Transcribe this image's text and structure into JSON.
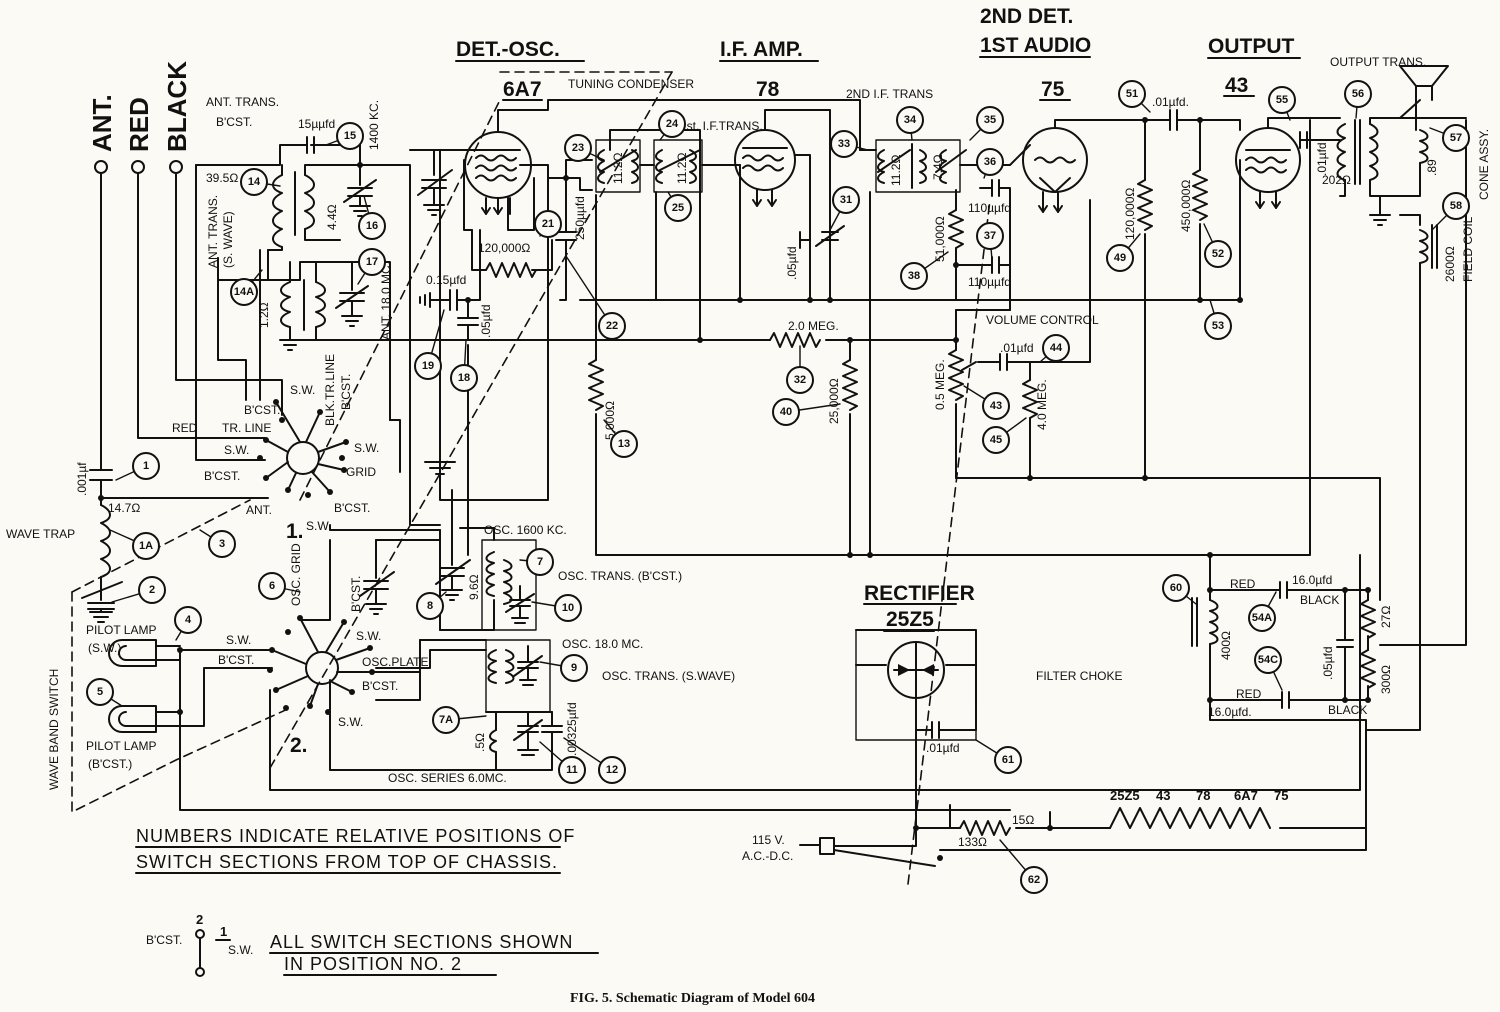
{
  "headers": {
    "det_osc": "DET.-OSC.",
    "if_amp": "I.F. AMP.",
    "det2_line1": "2ND DET.",
    "det2_line2": "1ST AUDIO",
    "output": "OUTPUT",
    "rectifier": "RECTIFIER"
  },
  "tubes": {
    "t6a7": "6A7",
    "t78": "78",
    "t75": "75",
    "t43": "43",
    "t25z5": "25Z5"
  },
  "antenna_terminals": {
    "ant": "ANT.",
    "red": "RED",
    "black": "BLACK"
  },
  "labels": {
    "tuning_condenser": "TUNING CONDENSER",
    "ant_trans": "ANT. TRANS.",
    "bcst": "B'CST.",
    "cap_15": "15µµfd",
    "kc_1400": "1400 KC.",
    "r_39_5": "39.5Ω",
    "ant_trans_sw_1": "ANT. TRANS.",
    "ant_trans_sw_2": "(S. WAVE)",
    "r_4_4": "4.4Ω",
    "ant": "ANT.",
    "ant_18mc": "ANT. 18.0 MC.",
    "r_1_2": "1.2Ω",
    "cap_0_15": "0.15µfd",
    "cap_05": ".05µfd",
    "r_120000": "120,000Ω",
    "cap_250": "250µµfd",
    "if_trans_1": "1st. I.F.TRANS.",
    "if_trans_2": "2ND I.F. TRANS",
    "r_11_2_a": "11.2Ω",
    "r_11_2_b": "11.2Ω",
    "r_11_2_c": "11.2Ω",
    "r_7_4": "7.4Ω",
    "cap_05_78": ".05µfd",
    "r_2meg": "2.0 MEG.",
    "r_25000": "25,000Ω",
    "r_5000": "5,000Ω",
    "cap_110a": "110µµfd",
    "cap_110b": "110µµfd",
    "r_51000": "51,000Ω",
    "volume_control": "VOLUME CONTROL",
    "cap_01_vc": ".01µfd",
    "r_0_5meg": "0.5 MEG.",
    "r_4meg": "4.0 MEG.",
    "cap_01_out": ".01µfd.",
    "r_120000_b": "120,000Ω",
    "r_450000": "450,000Ω",
    "cap_01_43": ".01µfd",
    "output_trans": "OUTPUT TRANS.",
    "r_202": "202Ω",
    "r_89": ".89",
    "cone_assy": "CONE ASSY.",
    "r_2600": "2600Ω",
    "field_coil": "FIELD COIL",
    "red_left": "RED",
    "tr_line": "TR. LINE",
    "sw": "S.W.",
    "bcst_sw": "B'CST.",
    "blk_tr_line": "BLK.TR.LINE",
    "grid": "GRID",
    "cap_001": ".001µf",
    "r_14_7": "14.7Ω",
    "wave_trap": "WAVE TRAP",
    "wave_band_switch": "WAVE BAND SWITCH",
    "pilot_lamp_sw": "PILOT LAMP",
    "pilot_lamp_sw2": "(S.W.)",
    "pilot_lamp_bc": "PILOT LAMP",
    "pilot_lamp_bc2": "(B'CST.)",
    "osc_1600": "OSC. 1600 KC.",
    "osc_trans_bc": "OSC. TRANS. (B'CST.)",
    "r_9_6": "9.6Ω",
    "osc_grid": "OSC. GRID",
    "osc_plate": "OSC.PLATE",
    "osc_18mc": "OSC. 18.0 MC.",
    "osc_trans_sw": "OSC. TRANS. (S.WAVE)",
    "r_5": ".5Ω",
    "cap_00325": ".00325µfd",
    "osc_series": "OSC. SERIES 6.0MC.",
    "cap_16a": "16.0µfd",
    "cap_16b": "16.0µfd.",
    "red_a": "RED",
    "black_a": "BLACK",
    "red_b": "RED",
    "black_b": "BLACK",
    "r_400": "400Ω",
    "r_27": "27Ω",
    "r_300": "300Ω",
    "cap_05_fc": ".05µfd",
    "filter_choke": "FILTER CHOKE",
    "cap_01_rect": ".01µfd",
    "v115_1": "115 V.",
    "v115_2": "A.C.-D.C.",
    "r_15": "15Ω",
    "r_133": "133Ω",
    "heater_25z5": "25Z5",
    "heater_43": "43",
    "heater_78": "78",
    "heater_6a7": "6A7",
    "heater_75": "75",
    "sw_pos_1": "1.",
    "sw_pos_2": "2."
  },
  "notes": {
    "numbers_line1": "NUMBERS INDICATE RELATIVE POSITIONS OF",
    "numbers_line2": "SWITCH SECTIONS FROM TOP OF CHASSIS.",
    "legend_bcst": "B'CST.",
    "legend_2": "2",
    "legend_1": "1",
    "legend_sw": "S.W.",
    "all_switch_line1": "ALL SWITCH SECTIONS SHOWN",
    "all_switch_line2": "IN POSITION NO. 2"
  },
  "caption": "FIG. 5.  Schematic Diagram of Model 604",
  "callouts": [
    {
      "id": "c1",
      "label": "1"
    },
    {
      "id": "c1a",
      "label": "1A"
    },
    {
      "id": "c2",
      "label": "2"
    },
    {
      "id": "c3",
      "label": "3"
    },
    {
      "id": "c4",
      "label": "4"
    },
    {
      "id": "c5",
      "label": "5"
    },
    {
      "id": "c6",
      "label": "6"
    },
    {
      "id": "c7",
      "label": "7"
    },
    {
      "id": "c7a",
      "label": "7A"
    },
    {
      "id": "c8",
      "label": "8"
    },
    {
      "id": "c9",
      "label": "9"
    },
    {
      "id": "c10",
      "label": "10"
    },
    {
      "id": "c11",
      "label": "11"
    },
    {
      "id": "c12",
      "label": "12"
    },
    {
      "id": "c13",
      "label": "13"
    },
    {
      "id": "c14",
      "label": "14"
    },
    {
      "id": "c14a",
      "label": "14A"
    },
    {
      "id": "c15",
      "label": "15"
    },
    {
      "id": "c16",
      "label": "16"
    },
    {
      "id": "c17",
      "label": "17"
    },
    {
      "id": "c18",
      "label": "18"
    },
    {
      "id": "c19",
      "label": "19"
    },
    {
      "id": "c21",
      "label": "21"
    },
    {
      "id": "c22",
      "label": "22"
    },
    {
      "id": "c23",
      "label": "23"
    },
    {
      "id": "c24",
      "label": "24"
    },
    {
      "id": "c25",
      "label": "25"
    },
    {
      "id": "c31",
      "label": "31"
    },
    {
      "id": "c32",
      "label": "32"
    },
    {
      "id": "c33",
      "label": "33"
    },
    {
      "id": "c34",
      "label": "34"
    },
    {
      "id": "c35",
      "label": "35"
    },
    {
      "id": "c36",
      "label": "36"
    },
    {
      "id": "c37",
      "label": "37"
    },
    {
      "id": "c38",
      "label": "38"
    },
    {
      "id": "c40",
      "label": "40"
    },
    {
      "id": "c43",
      "label": "43"
    },
    {
      "id": "c44",
      "label": "44"
    },
    {
      "id": "c45",
      "label": "45"
    },
    {
      "id": "c49",
      "label": "49"
    },
    {
      "id": "c51",
      "label": "51"
    },
    {
      "id": "c52",
      "label": "52"
    },
    {
      "id": "c53",
      "label": "53"
    },
    {
      "id": "c54a",
      "label": "54A"
    },
    {
      "id": "c54c",
      "label": "54C"
    },
    {
      "id": "c55",
      "label": "55"
    },
    {
      "id": "c56",
      "label": "56"
    },
    {
      "id": "c57",
      "label": "57"
    },
    {
      "id": "c58",
      "label": "58"
    },
    {
      "id": "c60",
      "label": "60"
    },
    {
      "id": "c61",
      "label": "61"
    },
    {
      "id": "c62",
      "label": "62"
    }
  ]
}
